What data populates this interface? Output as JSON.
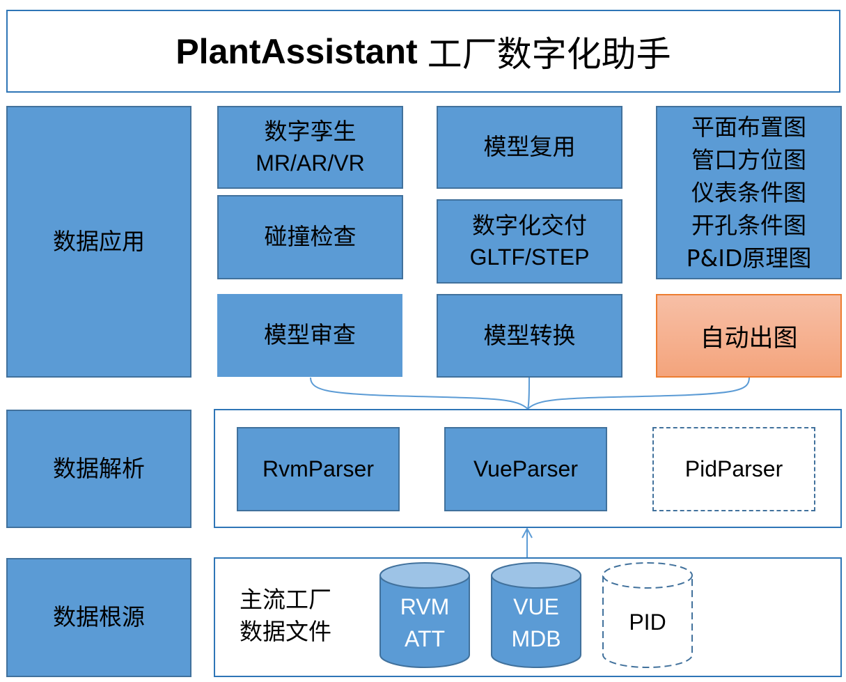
{
  "title": {
    "en": "PlantAssistant",
    "cn": "工厂数字化助手"
  },
  "layers": {
    "application": "数据应用",
    "parsing": "数据解析",
    "source": "数据根源"
  },
  "applications": {
    "digital_twin": {
      "line1": "数字孪生",
      "line2": "MR/AR/VR"
    },
    "model_reuse": "模型复用",
    "clash_check": "碰撞检查",
    "digital_delivery": {
      "line1": "数字化交付",
      "line2": "GLTF/STEP"
    },
    "model_review": "模型审查",
    "model_conversion": "模型转换",
    "drawings": [
      "平面布置图",
      "管口方位图",
      "仪表条件图",
      "开孔条件图",
      "P&ID原理图"
    ],
    "auto_drawing": "自动出图"
  },
  "parsers": [
    "RvmParser",
    "VueParser",
    "PidParser"
  ],
  "sources": {
    "label_line1": "主流工厂",
    "label_line2": "数据文件",
    "cylinders": [
      {
        "line1": "RVM",
        "line2": "ATT",
        "style": "solid"
      },
      {
        "line1": "VUE",
        "line2": "MDB",
        "style": "solid"
      },
      {
        "line1": "PID",
        "line2": "",
        "style": "dashed"
      }
    ]
  },
  "colors": {
    "box_fill": "#5b9bd5",
    "box_border": "#41719c",
    "panel_border": "#2e75b6",
    "highlight_fill": "#f4a47c",
    "highlight_border": "#ed7d31",
    "connector": "#5b9bd5"
  }
}
